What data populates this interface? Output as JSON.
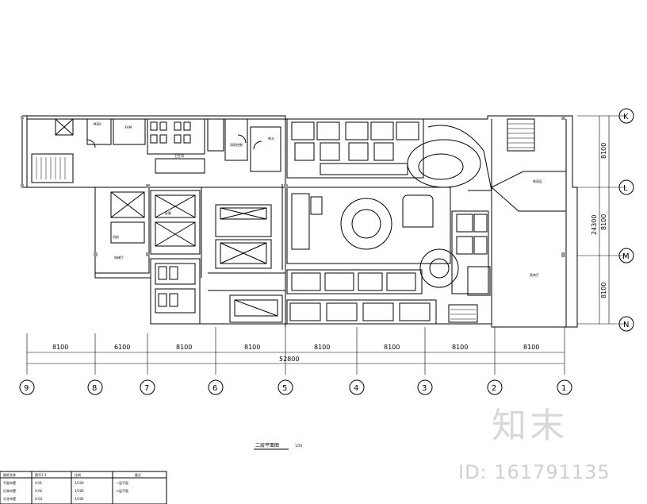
{
  "plan": {
    "title": "二层平面图",
    "scale": "1/50",
    "total_dimension": "52800",
    "right_dimension": "24300",
    "bay_dimensions": [
      "8100",
      "6100",
      "8100",
      "8100",
      "8100",
      "8100",
      "8100",
      "8100"
    ],
    "right_bay_dimensions": [
      "8100",
      "8100",
      "8100"
    ],
    "column_axes": [
      "9",
      "8",
      "7",
      "6",
      "5",
      "4",
      "3",
      "2",
      "1"
    ],
    "row_axes": [
      "K",
      "L",
      "M",
      "N"
    ],
    "room_labels": {
      "room_a": "MEN",
      "room_b": "FAM",
      "room_c": "机房",
      "room_d": "卫生间",
      "room_e": "消防控制",
      "room_f": "电梯厅",
      "room_g": "休息区",
      "room_h": "茶水",
      "room_i": "贵宾厅",
      "room_j": "走廊"
    }
  },
  "title_block": {
    "header": [
      "图纸名称",
      "图号1-1",
      "比例",
      "备注"
    ],
    "rows": [
      [
        "平面布置",
        "A-01",
        "1/100",
        "一层平面"
      ],
      [
        "灯具布置",
        "A-02",
        "1/100",
        "二层平面"
      ],
      [
        "天花布置",
        "A-03",
        "1/100",
        ""
      ]
    ]
  },
  "watermark": {
    "logo": "知末",
    "id": "ID: 161791135"
  }
}
